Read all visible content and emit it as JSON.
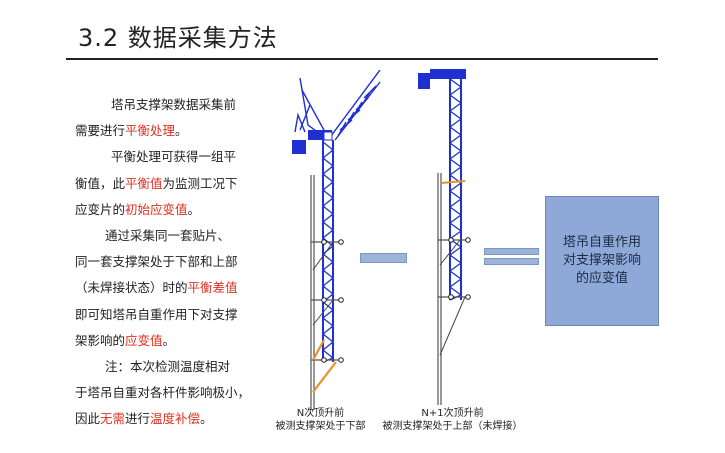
{
  "title": "3.2   数据采集方法",
  "paragraphs": [
    {
      "lines": [
        [
          {
            "t": "塔吊支撑架数据采集前"
          }
        ],
        [
          {
            "t": "需要进行"
          },
          {
            "t": "平衡处理",
            "red": true
          },
          {
            "t": "。"
          }
        ]
      ]
    },
    {
      "lines": [
        [
          {
            "t": "平衡处理可获得一组平"
          }
        ],
        [
          {
            "t": "衡值，此"
          },
          {
            "t": "平衡值",
            "red": true
          },
          {
            "t": "为监测工况下"
          }
        ],
        [
          {
            "t": "应变片的"
          },
          {
            "t": "初始应变值",
            "red": true
          },
          {
            "t": "。"
          }
        ]
      ]
    },
    {
      "lines": [
        [
          {
            "t": "通过采集同一套贴片、"
          }
        ],
        [
          {
            "t": "同一套支撑架处于下部和上部"
          }
        ],
        [
          {
            "t": "（未焊接状态）时的"
          },
          {
            "t": "平衡差值",
            "red": true
          }
        ],
        [
          {
            "t": "即可知塔吊自重作用下对支撑"
          }
        ],
        [
          {
            "t": "架影响的"
          },
          {
            "t": "应变值",
            "red": true
          },
          {
            "t": "。"
          }
        ]
      ]
    },
    {
      "lines": [
        [
          {
            "t": "注：本次检测温度相对"
          }
        ],
        [
          {
            "t": "于塔吊自重对各杆件影响极小，"
          }
        ],
        [
          {
            "t": "因此"
          },
          {
            "t": "无需",
            "red": true
          },
          {
            "t": "进行"
          },
          {
            "t": "温度补偿",
            "red": true
          },
          {
            "t": "。"
          }
        ]
      ]
    }
  ],
  "captions": {
    "left": [
      "N次顶升前",
      "被测支撑架处于下部"
    ],
    "right": [
      "N+1次顶升前",
      "被测支撑架处于上部（未焊接）"
    ]
  },
  "result_box": [
    "塔吊自重作用",
    "对支撑架影响",
    "的应变值"
  ],
  "colors": {
    "accent_red": "#e03020",
    "tower_blue": "#1f2fd0",
    "brace_orange": "#e8902a",
    "box_fill": "#8ea9d8"
  }
}
